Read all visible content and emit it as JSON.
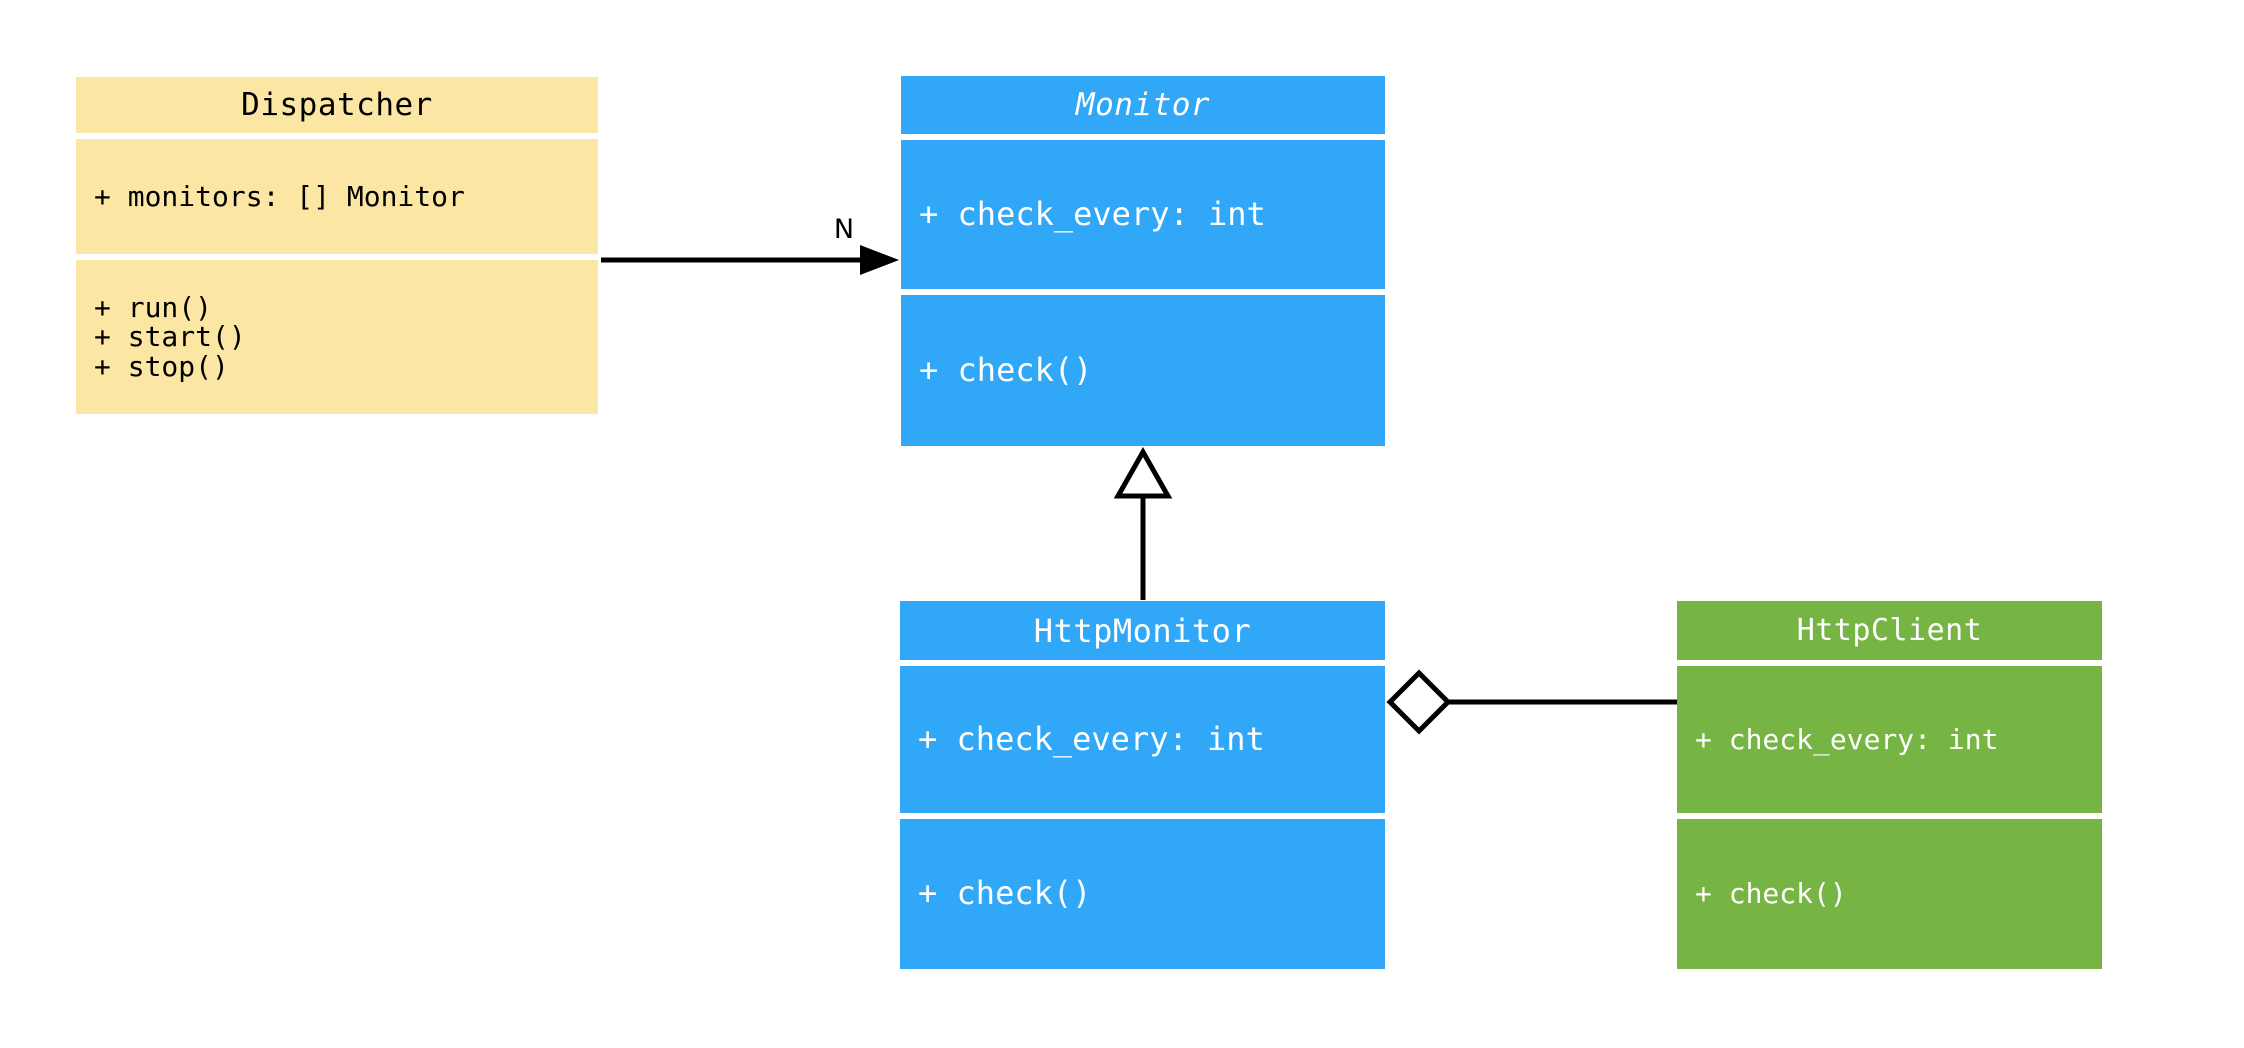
{
  "diagram": {
    "type": "uml-class-diagram",
    "background": "#FFFFFF",
    "colors": {
      "class-yellow": "#FBE7A3",
      "class-blue": "#30A8F7",
      "class-green": "#76B543",
      "edge-black": "#000000",
      "text-dark": "#000000",
      "text-light": "#FFFFFF"
    },
    "classes": [
      {
        "name": "Dispatcher",
        "abstract": false,
        "fill": "#FBE7A3",
        "text_color": "#000000",
        "attributes": [
          "+ monitors: [] Monitor"
        ],
        "methods": [
          "+ run()",
          "+ start()",
          "+ stop()"
        ]
      },
      {
        "name": "Monitor",
        "abstract": true,
        "fill": "#30A8F7",
        "text_color": "#FFFFFF",
        "attributes": [
          "+ check_every: int"
        ],
        "methods": [
          "+ check()"
        ]
      },
      {
        "name": "HttpMonitor",
        "abstract": false,
        "fill": "#30A8F7",
        "text_color": "#FFFFFF",
        "attributes": [
          "+ check_every: int"
        ],
        "methods": [
          "+ check()"
        ]
      },
      {
        "name": "HttpClient",
        "abstract": false,
        "fill": "#76B543",
        "text_color": "#FFFFFF",
        "attributes": [
          "+ check_every: int"
        ],
        "methods": [
          "+ check()"
        ]
      }
    ],
    "relationships": [
      {
        "type": "association",
        "from": "Dispatcher",
        "to": "Monitor",
        "label": "N",
        "arrow": "filled-arrowhead"
      },
      {
        "type": "inheritance",
        "from": "HttpMonitor",
        "to": "Monitor",
        "label": "",
        "arrow": "hollow-triangle"
      },
      {
        "type": "aggregation",
        "from": "HttpMonitor",
        "to": "HttpClient",
        "label": "",
        "arrow": "hollow-diamond"
      }
    ]
  }
}
